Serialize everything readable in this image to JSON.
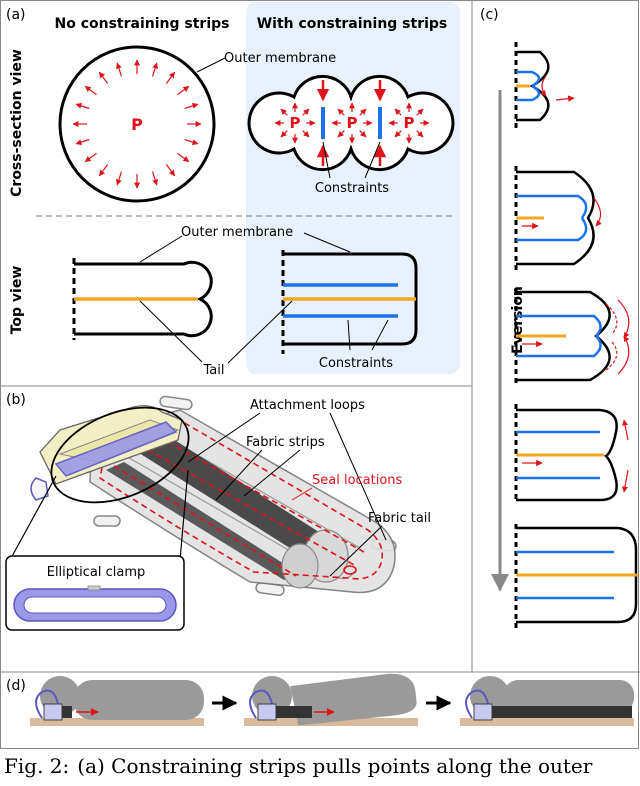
{
  "panels": {
    "a": "(a)",
    "b": "(b)",
    "c": "(c)",
    "d": "(d)"
  },
  "panel_a": {
    "col_left": "No constraining strips",
    "col_right": "With constraining strips",
    "row_top": "Cross-section view",
    "row_bottom": "Top view",
    "outer_membrane": "Outer membrane",
    "pressure": "P",
    "constraints": "Constraints",
    "tail": "Tail"
  },
  "panel_b": {
    "attachment_loops": "Attachment loops",
    "fabric_strips": "Fabric strips",
    "seal_locations": "Seal locations",
    "fabric_tail": "Fabric tail",
    "elliptical_clamp": "Elliptical clamp"
  },
  "panel_c": {
    "eversion": "Eversion"
  },
  "caption": {
    "fig": "Fig. 2:",
    "text": "(a) Constraining strips pulls points along the outer"
  },
  "colors": {
    "strip_blue": "#1a73e8",
    "tail_orange": "#f5a623",
    "pressure_red": "#e0131b",
    "highlight": "#e8f1fb",
    "clamp_purple": "#7b78e0"
  }
}
